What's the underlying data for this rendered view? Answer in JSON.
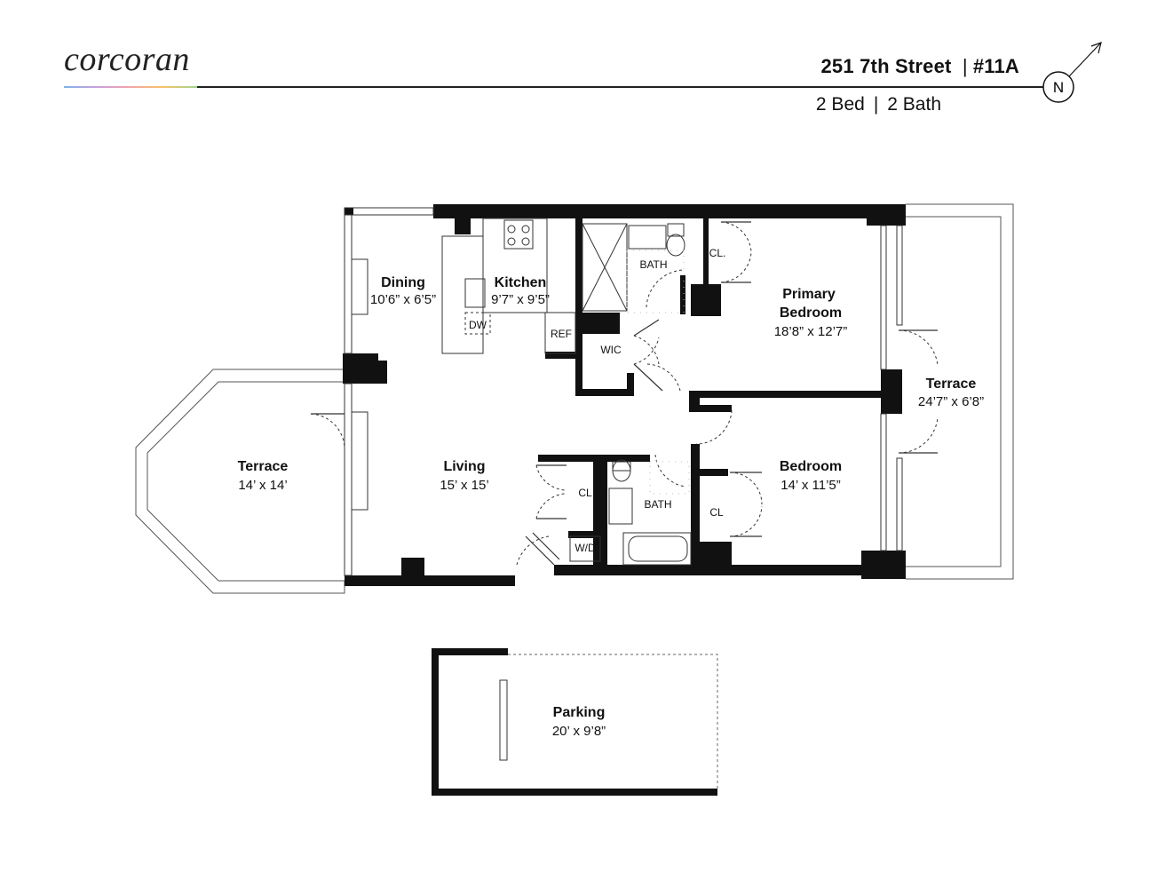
{
  "brand": {
    "logo_text": "corcoran"
  },
  "listing": {
    "address": "251 7th Street",
    "unit": "#11A",
    "beds": "2 Bed",
    "baths": "2 Bath",
    "separator": "|"
  },
  "compass": {
    "label": "N"
  },
  "rooms": {
    "dining": {
      "name": "Dining",
      "dims": "10’6” x 6’5”"
    },
    "kitchen": {
      "name": "Kitchen",
      "dims": "9’7” x 9’5”"
    },
    "primary_bedroom": {
      "name_line1": "Primary",
      "name_line2": "Bedroom",
      "dims": "18’8” x 12’7”"
    },
    "terrace_east": {
      "name": "Terrace",
      "dims": "24’7” x 6’8”"
    },
    "terrace_west": {
      "name": "Terrace",
      "dims": "14’ x 14’"
    },
    "living": {
      "name": "Living",
      "dims": "15’ x 15’"
    },
    "bedroom": {
      "name": "Bedroom",
      "dims": "14’ x 11’5”"
    },
    "parking": {
      "name": "Parking",
      "dims": "20’ x 9’8”"
    }
  },
  "fixtures": {
    "bath_1": "BATH",
    "bath_2": "BATH",
    "closet_primary": "CL.",
    "closet_hall": "CL",
    "closet_bedroom": "CL",
    "wic": "WIC",
    "ref": "REF",
    "dw": "DW",
    "wd": "W/D"
  }
}
